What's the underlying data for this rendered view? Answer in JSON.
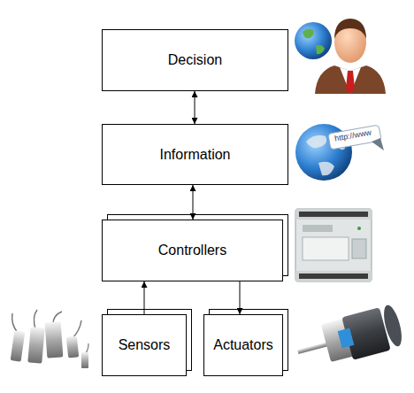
{
  "diagram": {
    "nodes": [
      {
        "text": [
          "Decision"
        ]
      },
      {
        "text": [
          "Information"
        ]
      },
      {
        "text": [
          "Controllers"
        ]
      },
      {
        "text": [
          "Sensors"
        ]
      },
      {
        "text": [
          "Actuators"
        ]
      }
    ],
    "edges": [
      {
        "from": 0,
        "to": 1,
        "arrow": "both"
      },
      {
        "from": 1,
        "to": 2,
        "arrow": "both"
      },
      {
        "from": 3,
        "to": 2,
        "arrow": "to"
      },
      {
        "from": 2,
        "to": 4,
        "arrow": "to"
      }
    ],
    "labels": [
      "http://www"
    ]
  }
}
